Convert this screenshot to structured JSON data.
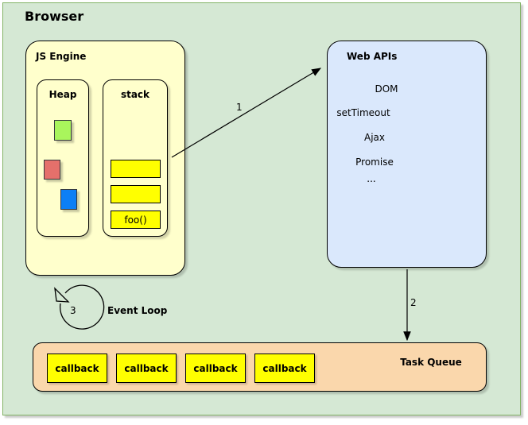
{
  "diagram": {
    "title": "Browser",
    "background_color": "#d5e8d4",
    "border_color": "#82b366"
  },
  "js_engine": {
    "title": "JS Engine",
    "fill": "#ffffcc",
    "heap": {
      "title": "Heap",
      "objects": [
        {
          "name": "heap-object-green",
          "color": "#a9f55c"
        },
        {
          "name": "heap-object-red",
          "color": "#e5706b"
        },
        {
          "name": "heap-object-blue",
          "color": "#0c7ff5"
        }
      ]
    },
    "stack": {
      "title": "stack",
      "frames": [
        {
          "label": ""
        },
        {
          "label": ""
        },
        {
          "label": "foo()"
        }
      ],
      "frame_color": "#ffff00"
    }
  },
  "web_apis": {
    "title": "Web APIs",
    "fill": "#dae8fc",
    "items": [
      {
        "label": "DOM"
      },
      {
        "label": "setTimeout"
      },
      {
        "label": "Ajax"
      },
      {
        "label": "Promise"
      },
      {
        "label": "..."
      }
    ]
  },
  "task_queue": {
    "title": "Task Queue",
    "fill": "#fad7ac",
    "callbacks": [
      {
        "label": "callback"
      },
      {
        "label": "callback"
      },
      {
        "label": "callback"
      },
      {
        "label": "callback"
      }
    ]
  },
  "event_loop": {
    "label": "Event Loop",
    "step_number": "3"
  },
  "arrows": [
    {
      "name": "stack-to-webapis",
      "label": "1"
    },
    {
      "name": "webapis-to-taskqueue",
      "label": "2"
    }
  ]
}
